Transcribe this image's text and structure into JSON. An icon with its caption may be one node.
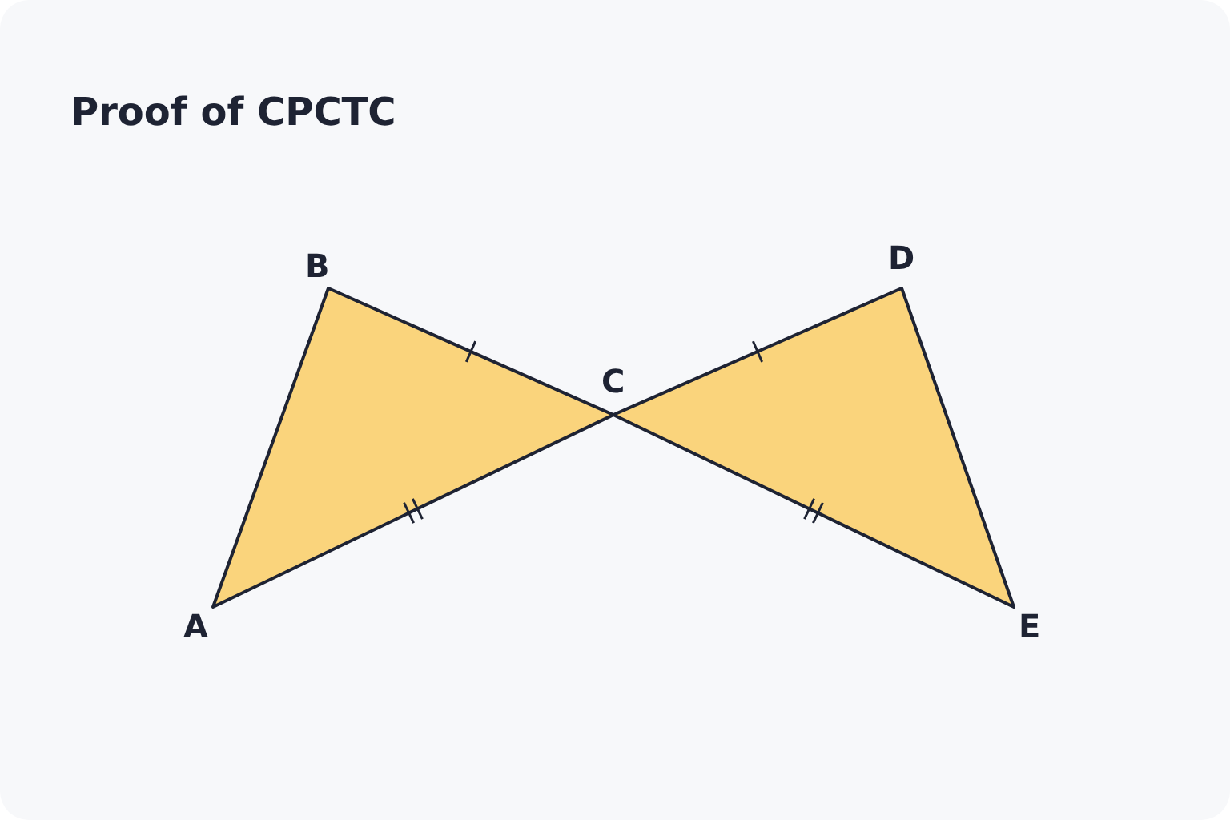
{
  "diagram": {
    "title": "Proof of CPCTC",
    "labels": [
      "B",
      "D",
      "C",
      "A",
      "E"
    ]
  }
}
